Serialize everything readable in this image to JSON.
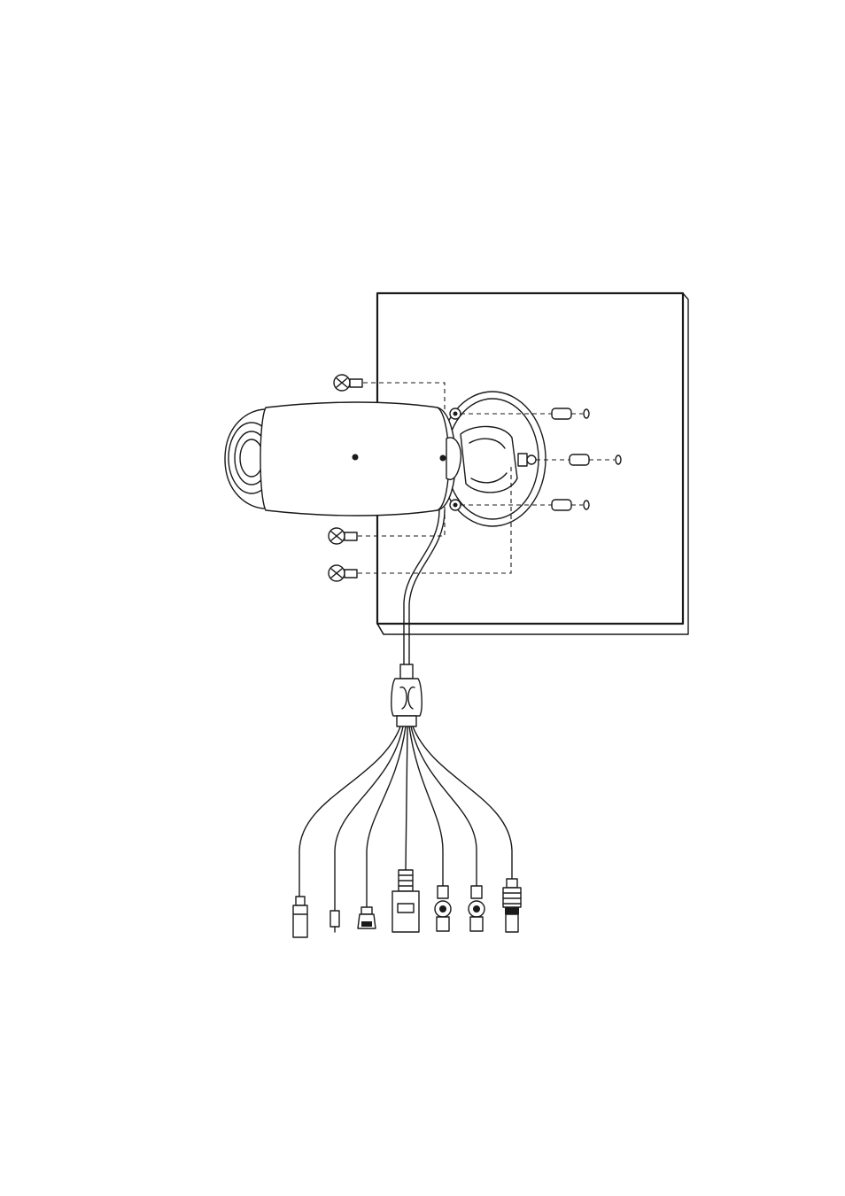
{
  "diagram": {
    "kind": "installation-line-drawing",
    "labels": [],
    "colors": {
      "line": "#1a1a1a",
      "background": "#ffffff"
    },
    "parts": [
      "wall-plate",
      "camera-body",
      "mount-base",
      "screw",
      "wall-anchor",
      "pigtail-cable",
      "connector"
    ],
    "counts": {
      "screws": 3,
      "wall_anchors": 3,
      "cable_connectors": 7
    }
  }
}
